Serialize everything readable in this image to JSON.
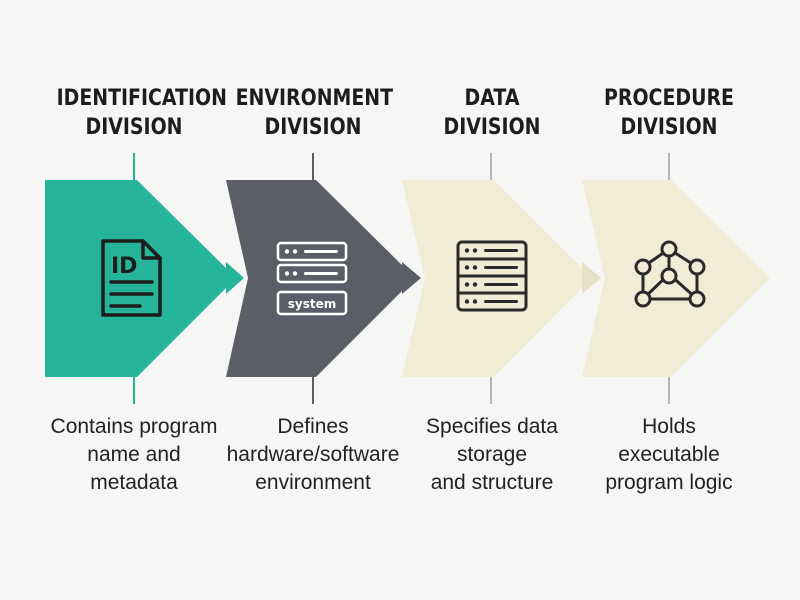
{
  "divisions": [
    {
      "title_line1": "IDENTIFICATION",
      "title_line2": "DIVISION",
      "desc_line1": "Contains program",
      "desc_line2": "name and",
      "desc_line3": "metadata",
      "icon": "id-document-icon",
      "icon_text": "ID",
      "color": "#26b59b"
    },
    {
      "title_line1": "ENVIRONMENT",
      "title_line2": "DIVISION",
      "desc_line1": "Defines",
      "desc_line2": "hardware/software",
      "desc_line3": "environment",
      "icon": "server-system-icon",
      "icon_text": "system",
      "color": "#5b5e66"
    },
    {
      "title_line1": "DATA",
      "title_line2": "DIVISION",
      "desc_line1": "Specifies data",
      "desc_line2": "storage",
      "desc_line3": "and structure",
      "icon": "database-stack-icon",
      "color": "#f1ecd6"
    },
    {
      "title_line1": "PROCEDURE",
      "title_line2": "DIVISION",
      "desc_line1": "Holds",
      "desc_line2": "executable",
      "desc_line3": "program logic",
      "icon": "network-graph-icon",
      "color": "#f1ecd6"
    }
  ]
}
